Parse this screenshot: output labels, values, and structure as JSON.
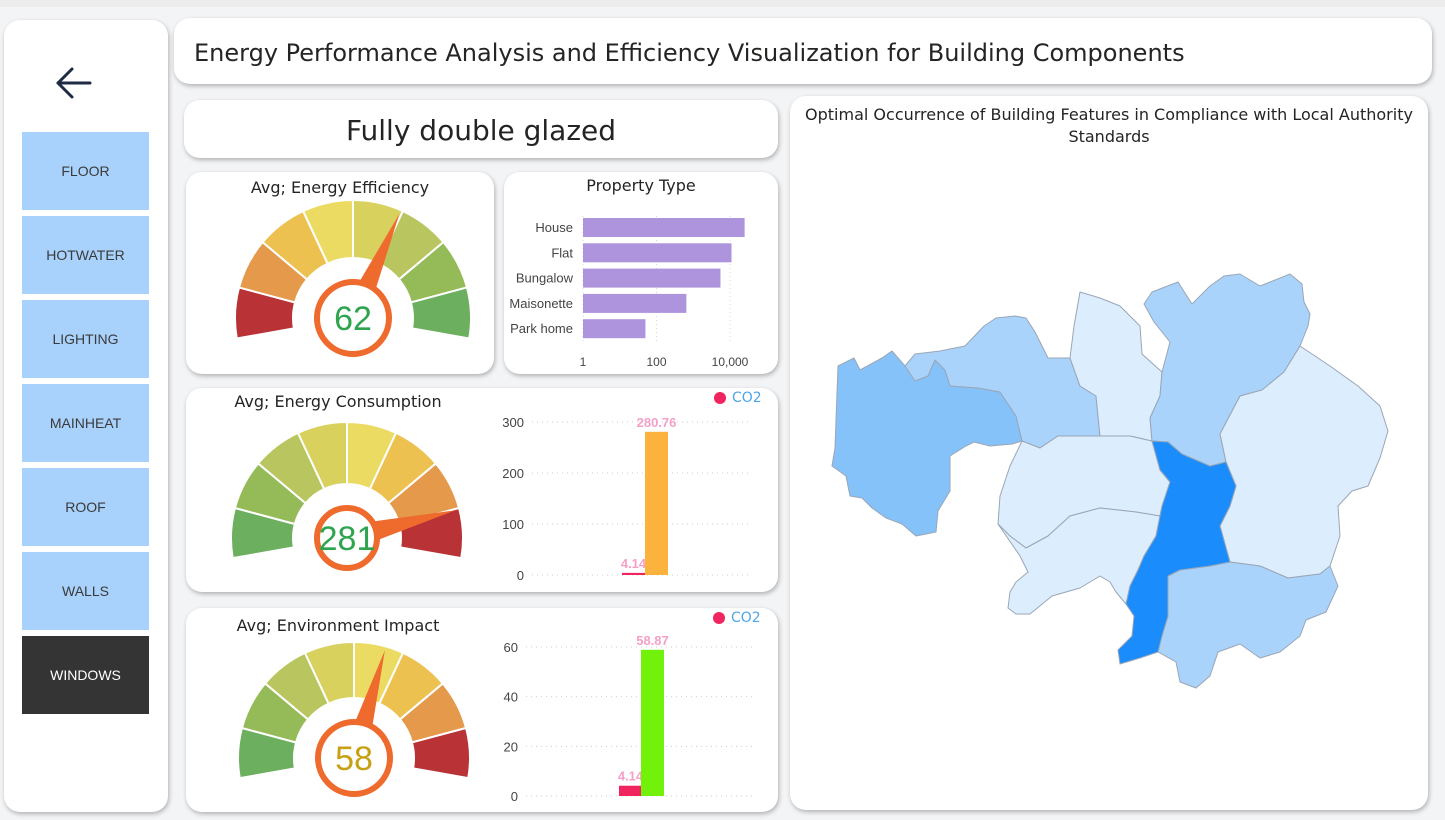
{
  "header": {
    "title": "Energy Performance Analysis and Efficiency Visualization for Building Components"
  },
  "page": {
    "subtitle": "Fully double glazed"
  },
  "sidebar": {
    "back_icon": "arrow-left-icon",
    "items": [
      {
        "label": "FLOOR",
        "active": false
      },
      {
        "label": "HOTWATER",
        "active": false
      },
      {
        "label": "LIGHTING",
        "active": false
      },
      {
        "label": "MAINHEAT",
        "active": false
      },
      {
        "label": "ROOF",
        "active": false
      },
      {
        "label": "WALLS",
        "active": false
      },
      {
        "label": "WINDOWS",
        "active": true
      }
    ]
  },
  "gauges": {
    "efficiency": {
      "title": "Avg; Energy Efficiency",
      "value": "62",
      "value_num": 62,
      "min": 0,
      "max": 100,
      "value_color": "#2ea44f",
      "order": "red-to-green"
    },
    "consumption": {
      "title": "Avg; Energy Consumption",
      "value": "281",
      "value_num": 281,
      "min": 0,
      "max": 320,
      "value_color": "#2ea44f",
      "order": "green-to-red"
    },
    "impact": {
      "title": "Avg; Environment Impact",
      "value": "58",
      "value_num": 58,
      "min": 0,
      "max": 100,
      "value_color": "#c8a014",
      "order": "green-to-red"
    }
  },
  "colors": {
    "gauge_segments": [
      "#b83236",
      "#e49a4a",
      "#ecc150",
      "#ecdb62",
      "#d8d15e",
      "#b9c55e",
      "#94bb57",
      "#6caf5e"
    ],
    "needle": "#ee6a2d",
    "property_bar": "#ae94dc",
    "co2_bar": "#f0245e",
    "consumption_bar": "#fbb33d",
    "impact_bar": "#72f20a",
    "legend_text": "#4ea5ea",
    "data_label": "#f5a0c8",
    "map_fill_light": "#dcedfd",
    "map_fill_mid": "#a9d3fb",
    "map_fill_dark": "#86c2fa",
    "map_fill_highlight": "#1a8cfc"
  },
  "chart_data": [
    {
      "type": "bar",
      "orientation": "horizontal",
      "title": "Property Type",
      "categories": [
        "House",
        "Flat",
        "Bungalow",
        "Maisonette",
        "Park home"
      ],
      "values": [
        25000,
        11000,
        5500,
        650,
        50
      ],
      "x_scale": "log",
      "x_ticks": [
        "1",
        "100",
        "10,000"
      ],
      "x_tick_values": [
        1,
        100,
        10000
      ],
      "xlim": [
        1,
        45000
      ]
    },
    {
      "type": "bar",
      "title": "",
      "legend": [
        "CO2"
      ],
      "series": [
        {
          "name": "CO2",
          "values": [
            4.14
          ],
          "label": "4.14"
        },
        {
          "name": "",
          "values": [
            280.76
          ],
          "label": "280.76"
        }
      ],
      "y_ticks": [
        "0",
        "100",
        "200",
        "300"
      ],
      "y_tick_values": [
        0,
        100,
        200,
        300
      ],
      "ylim": [
        0,
        300
      ]
    },
    {
      "type": "bar",
      "title": "",
      "legend": [
        "CO2"
      ],
      "series": [
        {
          "name": "CO2",
          "values": [
            4.14
          ],
          "label": "4.14"
        },
        {
          "name": "",
          "values": [
            58.87
          ],
          "label": "58.87"
        }
      ],
      "y_ticks": [
        "0",
        "20",
        "40",
        "60"
      ],
      "y_tick_values": [
        0,
        20,
        40,
        60
      ],
      "ylim": [
        0,
        60
      ]
    }
  ],
  "map": {
    "title": "Optimal Occurrence of Building Features in Compliance with Local Authority Standards",
    "regions": [
      {
        "name": "region-west",
        "level": "dark"
      },
      {
        "name": "region-north-west",
        "level": "mid"
      },
      {
        "name": "region-north",
        "level": "light"
      },
      {
        "name": "region-north-east",
        "level": "mid"
      },
      {
        "name": "region-east",
        "level": "light"
      },
      {
        "name": "region-central",
        "level": "light"
      },
      {
        "name": "region-south-west",
        "level": "light"
      },
      {
        "name": "region-south",
        "level": "mid"
      },
      {
        "name": "region-central-strip",
        "level": "highlight"
      }
    ]
  }
}
